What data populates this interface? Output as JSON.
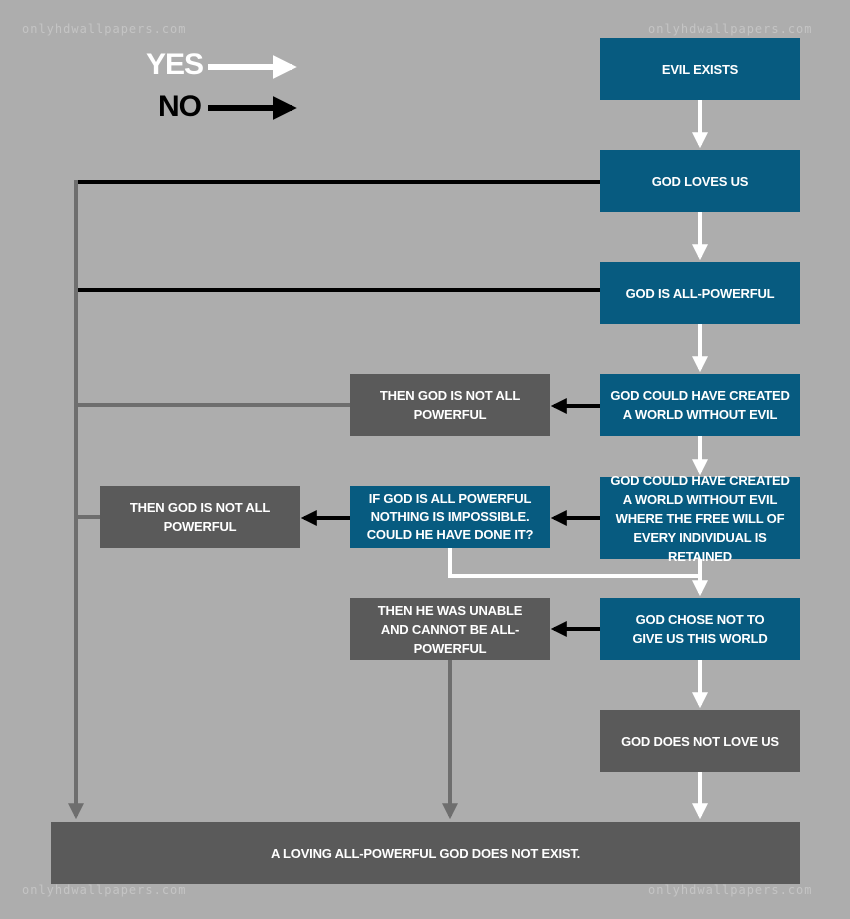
{
  "legend": {
    "yes_label": "YES",
    "no_label": "NO",
    "yes_color": "#ffffff",
    "no_color": "#000000"
  },
  "colors": {
    "background": "#adadad",
    "blue_box": "#075b80",
    "gray_box": "#5a5a5a",
    "fail_line": "#6e6e6e"
  },
  "nodes": {
    "evil_exists": "EVIL EXISTS",
    "god_loves_us": "GOD LOVES US",
    "god_all_powerful": "GOD IS ALL-POWERFUL",
    "could_create_world": "GOD COULD HAVE CREATED A WORLD WITHOUT EVIL",
    "not_all_powerful_1": "THEN GOD IS NOT ALL POWERFUL",
    "could_create_free_will": "GOD COULD HAVE CREATED A WORLD WITHOUT EVIL WHERE THE FREE WILL OF EVERY INDIVIDUAL IS RETAINED",
    "nothing_impossible": "IF GOD IS ALL POWERFUL NOTHING IS IMPOSSIBLE. COULD HE HAVE DONE IT?",
    "not_all_powerful_2": "THEN GOD IS NOT ALL POWERFUL",
    "chose_not": "GOD CHOSE NOT TO GIVE US THIS WORLD",
    "unable": "THEN HE WAS UNABLE AND CANNOT BE ALL-POWERFUL",
    "does_not_love": "GOD DOES NOT LOVE US",
    "conclusion": "A LOVING ALL-POWERFUL GOD DOES NOT EXIST."
  },
  "watermarks": {
    "top_left": "onlyhdwallpapers.com",
    "top_right": "onlyhdwallpapers.com",
    "bottom_left": "onlyhdwallpapers.com",
    "bottom_right": "onlyhdwallpapers.com"
  }
}
